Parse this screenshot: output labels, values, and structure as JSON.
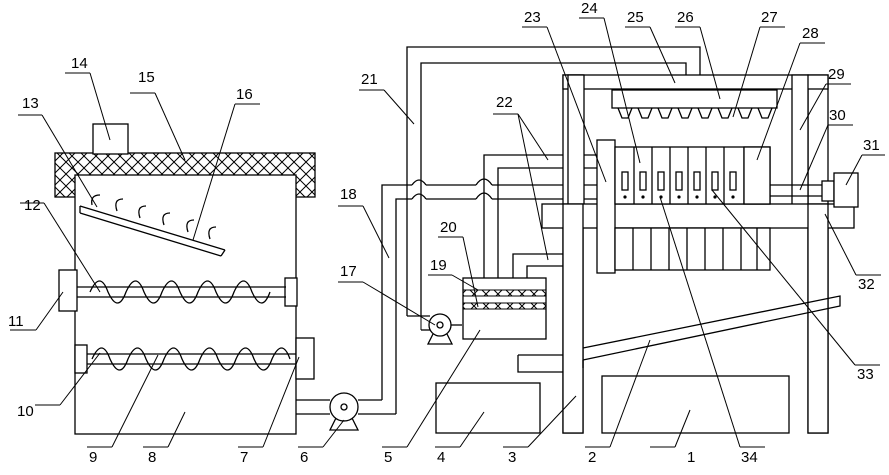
{
  "labels": {
    "n1": "1",
    "n2": "2",
    "n3": "3",
    "n4": "4",
    "n5": "5",
    "n6": "6",
    "n7": "7",
    "n8": "8",
    "n9": "9",
    "n10": "10",
    "n11": "11",
    "n12": "12",
    "n13": "13",
    "n14": "14",
    "n15": "15",
    "n16": "16",
    "n17": "17",
    "n18": "18",
    "n19": "19",
    "n20": "20",
    "n21": "21",
    "n22": "22",
    "n23": "23",
    "n24": "24",
    "n25": "25",
    "n26": "26",
    "n27": "27",
    "n28": "28",
    "n29": "29",
    "n30": "30",
    "n31": "31",
    "n32": "32",
    "n33": "33",
    "n34": "34"
  },
  "colors": {
    "stroke": "#000000",
    "background": "#ffffff"
  }
}
